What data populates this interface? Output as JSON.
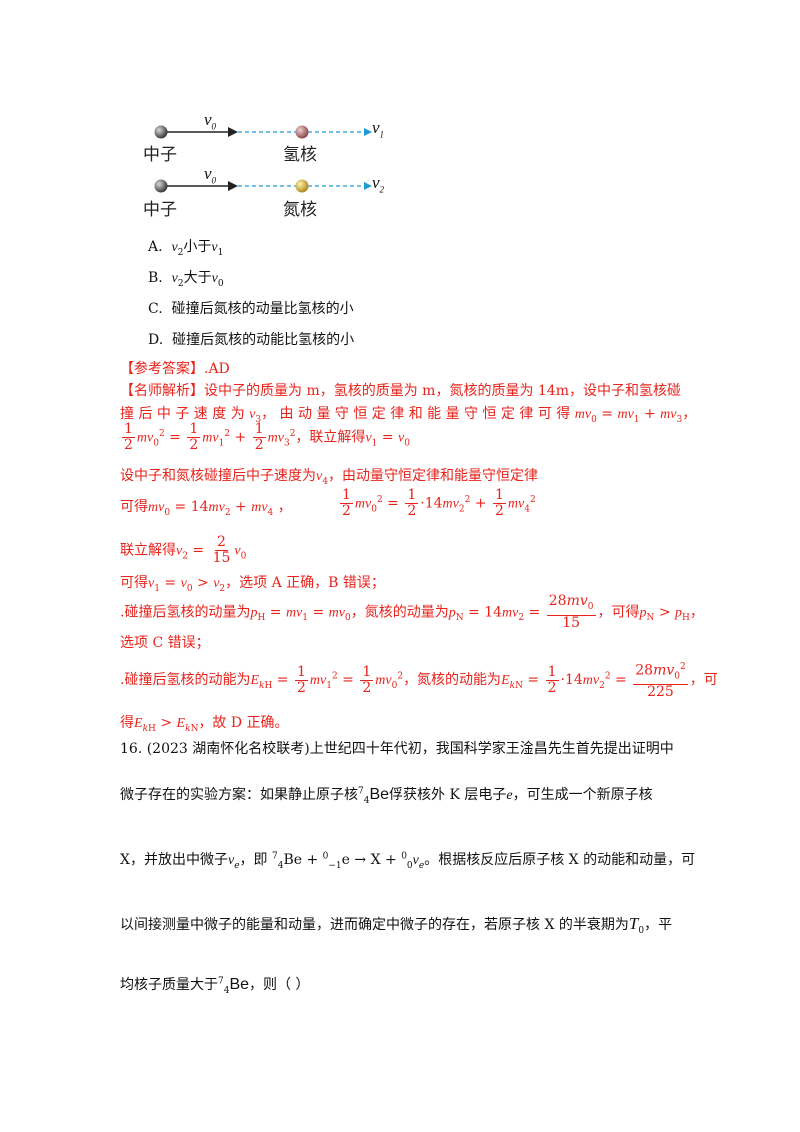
{
  "diagram": {
    "row1": {
      "v_start": "v0",
      "v_end": "v1",
      "left_label": "中子",
      "right_label": "氢核"
    },
    "row2": {
      "v_start": "v0",
      "v_end": "v2",
      "left_label": "中子",
      "right_label": "氮核"
    },
    "colors": {
      "neutron": "#555555",
      "hydrogen": "#b06a6a",
      "nitrogen": "#d8b03c",
      "dash": "#1f9bd8"
    }
  },
  "options": {
    "a_prefix": "A.",
    "a_text": "小于",
    "b_prefix": "B.",
    "b_text": "大于",
    "c_prefix": "C.",
    "c_text": "碰撞后氮核的动量比氢核的小",
    "d_prefix": "D.",
    "d_text": "碰撞后氮核的动能比氢核的小"
  },
  "answer": {
    "label": "【参考答案】",
    "value": ".AD"
  },
  "analysis": {
    "label": "【名师解析】",
    "line1": "设中子的质量为 m，氢核的质量为 m，氮核的质量为 14m，设中子和氢核碰",
    "line2_a": "撞 后 中 子 速 度 为",
    "line2_b": "， 由 动 量 守 恒 定 律 和 能 量 守 恒 定 律 可 得",
    "line3_solve": "，联立解得",
    "line4": "设中子和氮核碰撞后中子速度为",
    "line4_b": "，由动量守恒定律和能量守恒定律",
    "line5_a": "可得",
    "line6_a": "联立解得",
    "line7_a": "可得",
    "line7_b": "，选项 A 正确，B 错误；",
    "line8_a": ".碰撞后氢核的动量为",
    "line8_b": "，氮核的动量为",
    "line8_c": "，可得",
    "line9": "选项 C 错误；",
    "line10_a": ".碰撞后氢核的动能为",
    "line10_b": "，氮核的动能为",
    "line10_c": "，可",
    "line11_a": "得",
    "line11_b": "，故 D 正确。"
  },
  "question16": {
    "line1": "16. (2023 湖南怀化名校联考)上世纪四十年代初，我国科学家王淦昌先生首先提出证明中",
    "line2_a": "微子存在的实验方案：如果静止原子核",
    "line2_b": "俘获核外 K 层电子",
    "line2_c": "，可生成一个新原子核",
    "line3_a": "X，并放出中微子",
    "line3_b": "，即",
    "line3_c": "。根据核反应后原子核 X 的动能和动量，可",
    "line4_a": "以间接测量中微子的能量和动量，进而确定中微子的存在，若原子核 X 的半衰期为",
    "line4_b": "，平",
    "line5_a": "均核子质量大于",
    "line5_b": "，则（      ）"
  }
}
